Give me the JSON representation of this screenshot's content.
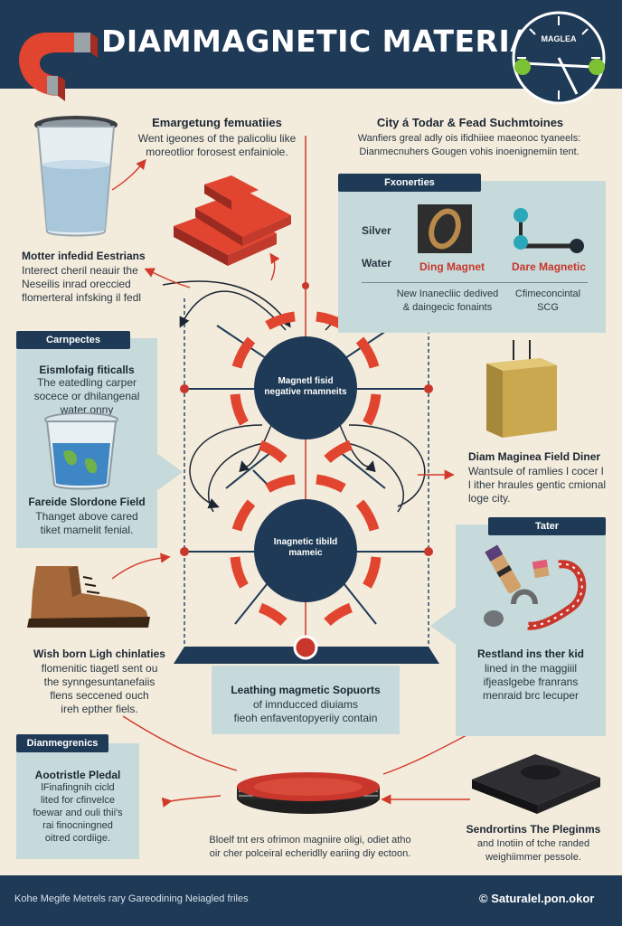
{
  "header": {
    "title": "DIAMMAGNETIC MATERIALS",
    "gauge_label": "MAGLEA"
  },
  "top_left": {
    "heading": "Emargetung femuatiies",
    "body": "Went igeones of the palicoliu like\nmoreotlior forosest enfainiole."
  },
  "top_right": {
    "heading": "City á Todar & Fead Suchmtoines",
    "body": "Wanfiers greal adly ois ifidhiiee maeonoc tyaneels:\nDianmecnuhers Gougen vohis inoenignemiin tent."
  },
  "left_mid": {
    "heading": "Motter infedid Eestrians",
    "body": "Interect cheril neauir the\nNeseilis inrad oreccied\nflomerteral infsking il fedl"
  },
  "properties_panel": {
    "tab": "Fxonerties",
    "row1": "Silver",
    "row2": "Water",
    "item1_label": "Ding Magnet",
    "item2_label": "Dare Magnetic",
    "note_left": "New Inanecliic dedived\n& daingecic fonaints",
    "note_right": "Cfimeconcintal\nSCG"
  },
  "left_panel": {
    "tab": "Carnpectes",
    "heading": "Eismlofaig fiticalls",
    "body": "The eatedling carper\nsocece or dhilangenal\nwater onny",
    "heading2": "Fareide Slordone Field",
    "body2": "Thanget above cared\ntiket mamelit fenial."
  },
  "circles": {
    "top": "Magnetl fisid\nnegative rnamneits",
    "bottom": "Inagnetic tibild\nmameic"
  },
  "right_mid": {
    "heading": "Diam Maginea Field Diner",
    "body": "Wantsule of ramlies l cocer l\nl ither hraules gentic cmional\nloge city."
  },
  "left_lower": {
    "heading": "Wish born Ligh chinlaties",
    "body": "flomenitic tiagetl sent ou\nthe synngesuntanefaiis\nflens seccened ouch\nireh epther fiels."
  },
  "right_panel": {
    "tab": "Tater",
    "heading": "Restland ins ther kid",
    "body": "lined in the maggiiil\nifjeaslgebe franrans\nmenraid brc lecuper"
  },
  "center_box": {
    "heading": "Leathing magmetic Sopuorts",
    "body": "of imnducced diuiams\nfieoh enfaventopyeriiy contain"
  },
  "bottom_left_panel": {
    "tab": "Dianmegrenics",
    "heading": "Aootristle Pledal",
    "body": "lFinafingnih cicld\nlited for cfinvelce\nfoewar and ouli thii's\nrai finocningned\noitred cordiige."
  },
  "bottom_center": {
    "body": "Bloelf tnt ers ofrimon magniire oligi, odiet atho\noir cher polceiral echeridlly eariing diy ectoon."
  },
  "bottom_right": {
    "heading": "Sendrortins The Pleginms",
    "body": "and Inotiin of tche randed\nweighiimmer pessole."
  },
  "footer": {
    "left": "Kohe Megife Metrels rary Gareodining Neiagled friles",
    "right": "© Saturalel.pon.okor"
  },
  "colors": {
    "navy": "#1f3a56",
    "accent_red": "#e2452f",
    "panel": "#c6dadb",
    "background": "#f3ecdc"
  }
}
